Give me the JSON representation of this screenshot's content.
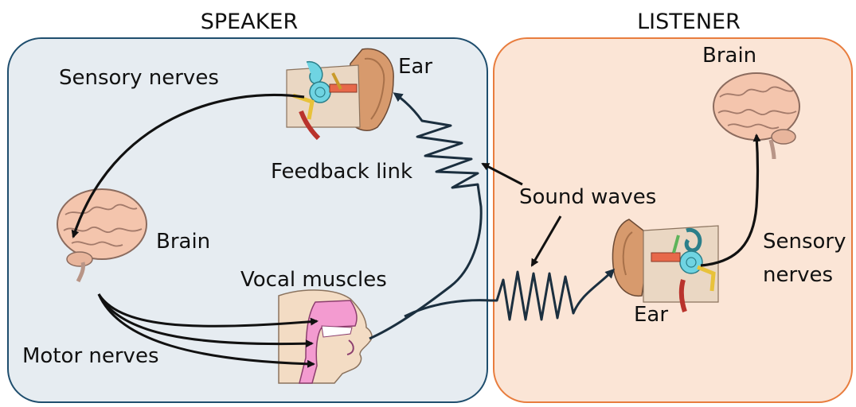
{
  "panels": {
    "speaker": {
      "title": "SPEAKER"
    },
    "listener": {
      "title": "LISTENER"
    }
  },
  "labels": {
    "speaker_ear": "Ear",
    "speaker_brain": "Brain",
    "speaker_sensory_nerves": "Sensory nerves",
    "feedback_link": "Feedback link",
    "vocal_muscles": "Vocal muscles",
    "motor_nerves": "Motor nerves",
    "sound_waves": "Sound waves",
    "listener_brain": "Brain",
    "listener_ear": "Ear",
    "listener_sensory_line1": "Sensory",
    "listener_sensory_line2": "nerves"
  },
  "colors": {
    "speaker_fill": "#e6ecf1",
    "speaker_border": "#1f4e6e",
    "listener_fill": "#fbe5d6",
    "listener_border": "#e87d3e",
    "wave": "#1b2f3f",
    "arrow": "#111111"
  }
}
